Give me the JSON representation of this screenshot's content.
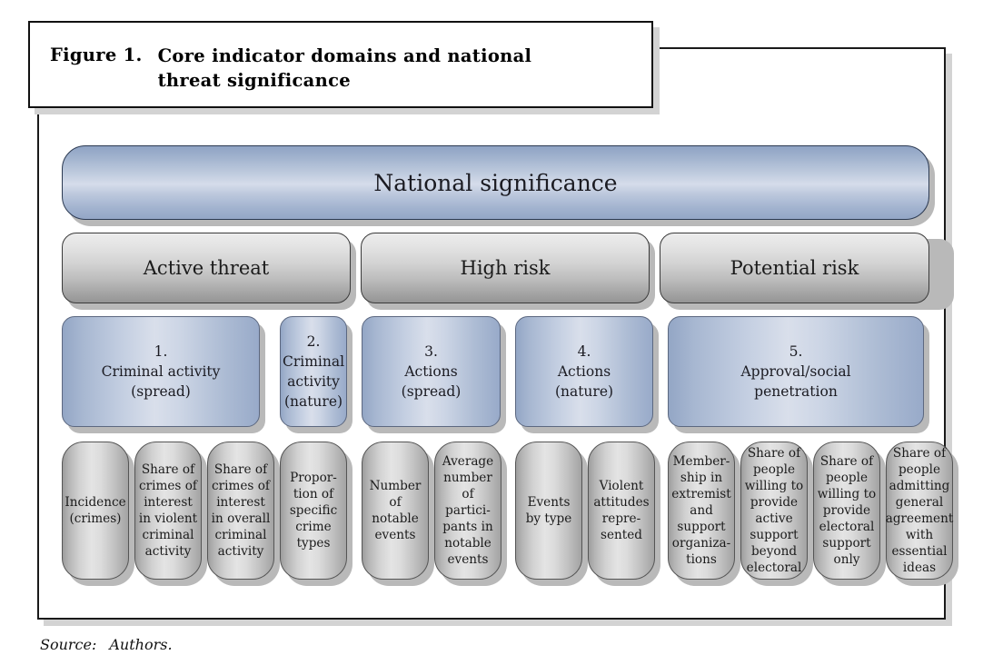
{
  "figure": {
    "label": "Figure 1.",
    "title": "Core indicator domains and national threat significance",
    "source_label": "Source:",
    "source_value": "Authors."
  },
  "colors": {
    "accent_blue": "#93a6c5",
    "accent_blue_light": "#d9dfeb",
    "gray_light": "#ececec",
    "gray_dark": "#959595",
    "border_dark": "#1a1a1a",
    "shadow": "#b9b9b9",
    "page_background": "#ffffff"
  },
  "diagram": {
    "type": "hierarchy",
    "levels": 4,
    "root": {
      "label": "National significance"
    },
    "threat_levels": [
      {
        "label": "Active threat"
      },
      {
        "label": "High risk"
      },
      {
        "label": "Potential risk"
      }
    ],
    "domains": [
      {
        "number": "1.",
        "line1": "Criminal activity",
        "line2": "(spread)"
      },
      {
        "number": "2.",
        "line1": "Criminal",
        "line2": "activity",
        "line3": "(nature)"
      },
      {
        "number": "3.",
        "line1": "Actions",
        "line2": "(spread)"
      },
      {
        "number": "4.",
        "line1": "Actions",
        "line2": "(nature)"
      },
      {
        "number": "5.",
        "line1": "Approval/social",
        "line2": "penetration"
      }
    ],
    "indicators": [
      {
        "text": "Incidence (crimes)"
      },
      {
        "text": "Share of crimes of interest in violent criminal activity"
      },
      {
        "text": "Share of crimes of interest in overall criminal activity"
      },
      {
        "text": "Propor- tion of specific crime types"
      },
      {
        "text": "Number of notable events"
      },
      {
        "text": "Average number of partici- pants in notable events"
      },
      {
        "text": "Events by type"
      },
      {
        "text": "Violent attitudes repre- sented"
      },
      {
        "text": "Member- ship in extremist and support organiza- tions"
      },
      {
        "text": "Share of people willing to provide active support beyond electoral"
      },
      {
        "text": "Share of people willing to provide electoral support only"
      },
      {
        "text": "Share of people admitting general agreement with essential ideas"
      }
    ]
  }
}
